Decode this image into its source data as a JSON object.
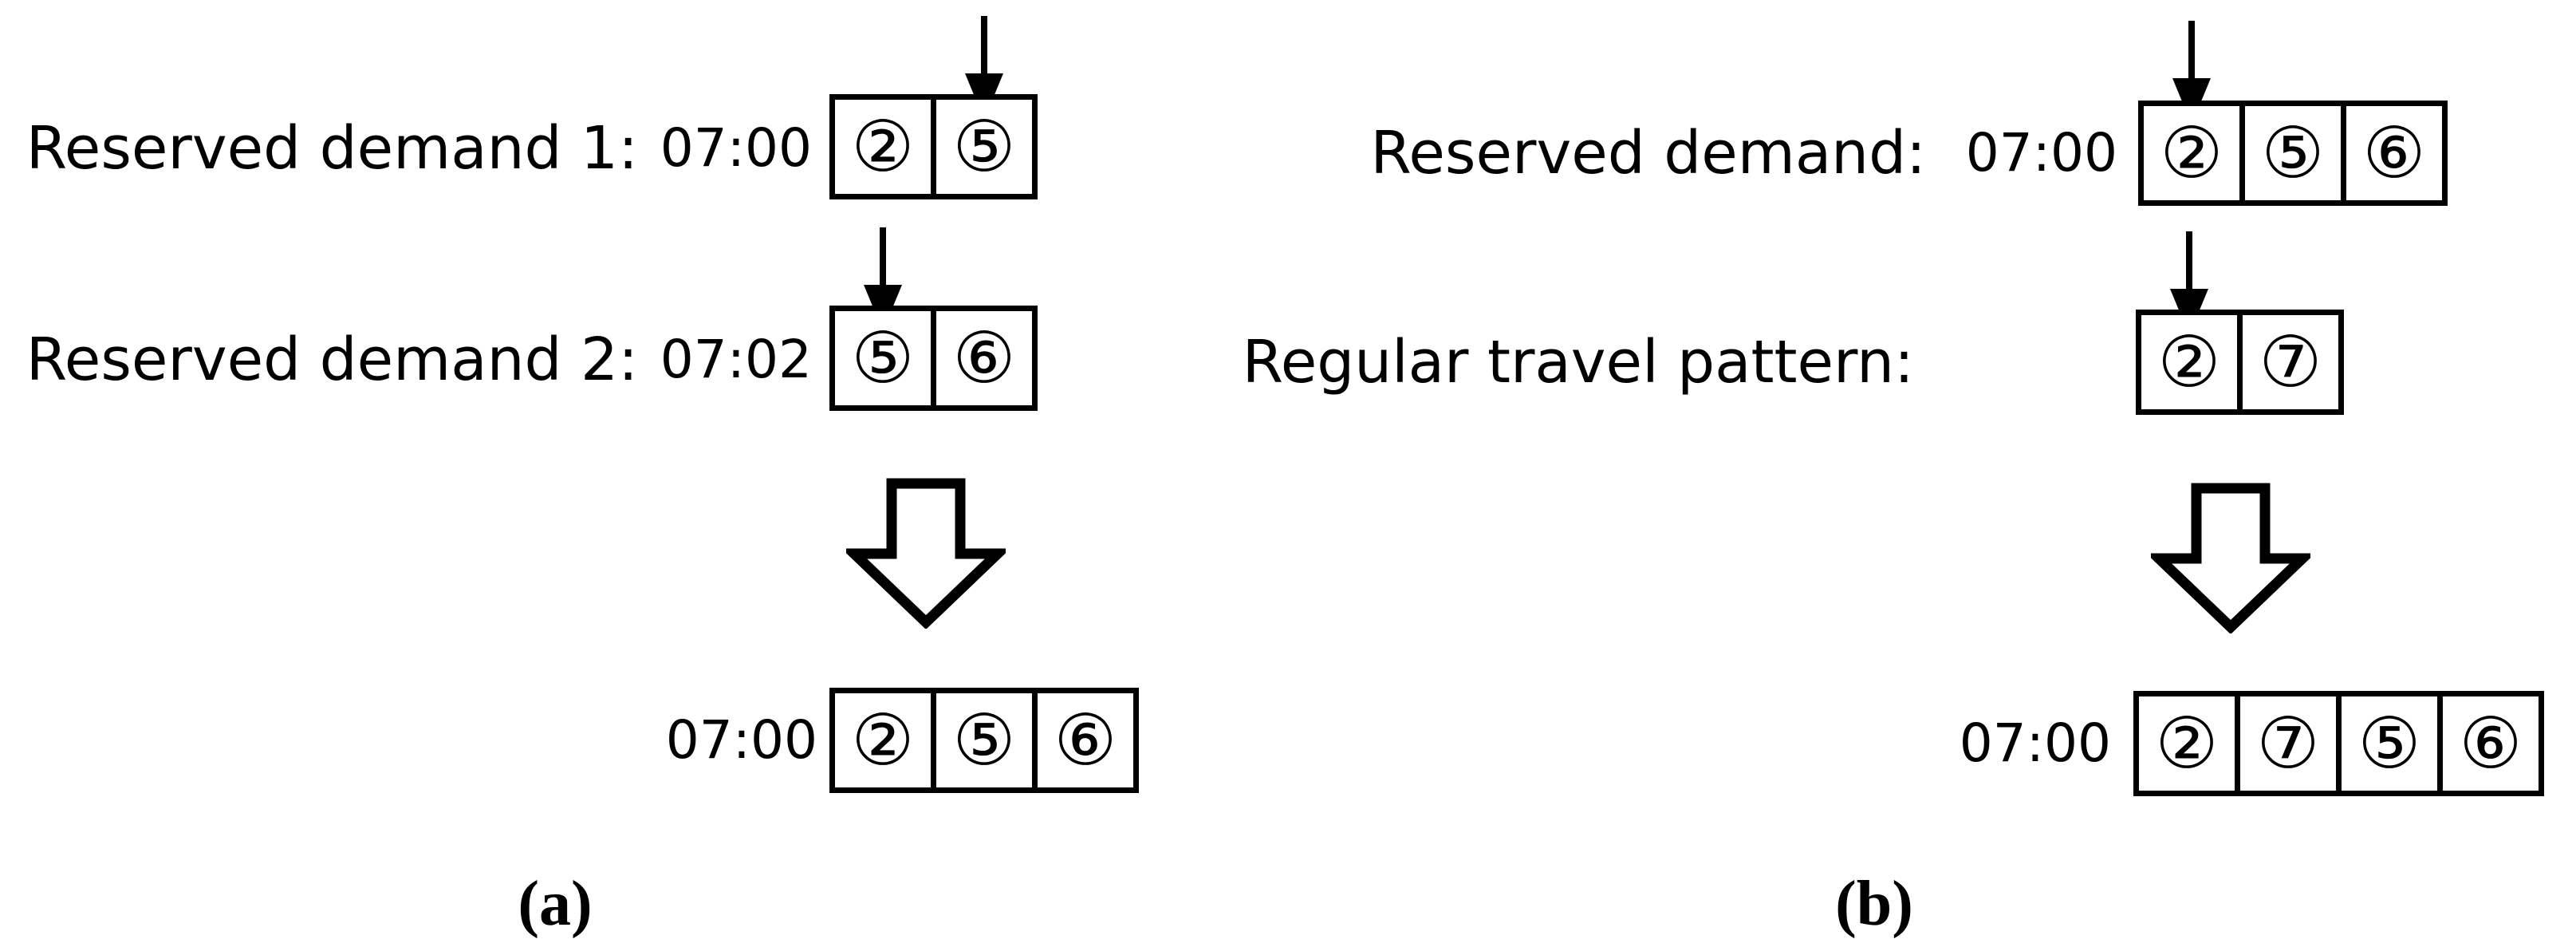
{
  "colors": {
    "ink": "#000000",
    "background": "#ffffff"
  },
  "panels": [
    {
      "id": "a",
      "caption": "(a)",
      "rows": [
        {
          "label": "Reserved demand 1:",
          "time": "07:00",
          "cells": [
            "②",
            "⑤"
          ],
          "arrow_cell_index": 1
        },
        {
          "label": "Reserved demand 2:",
          "time": "07:02",
          "cells": [
            "⑤",
            "⑥"
          ],
          "arrow_cell_index": 0
        }
      ],
      "result": {
        "time": "07:00",
        "cells": [
          "②",
          "⑤",
          "⑥"
        ]
      }
    },
    {
      "id": "b",
      "caption": "(b)",
      "rows": [
        {
          "label": "Reserved demand:",
          "time": "07:00",
          "cells": [
            "②",
            "⑤",
            "⑥"
          ],
          "arrow_cell_index": 0
        },
        {
          "label": "Regular travel pattern:",
          "time": "",
          "cells": [
            "②",
            "⑦"
          ],
          "arrow_cell_index": 0
        }
      ],
      "result": {
        "time": "07:00",
        "cells": [
          "②",
          "⑦",
          "⑤",
          "⑥"
        ]
      }
    }
  ]
}
